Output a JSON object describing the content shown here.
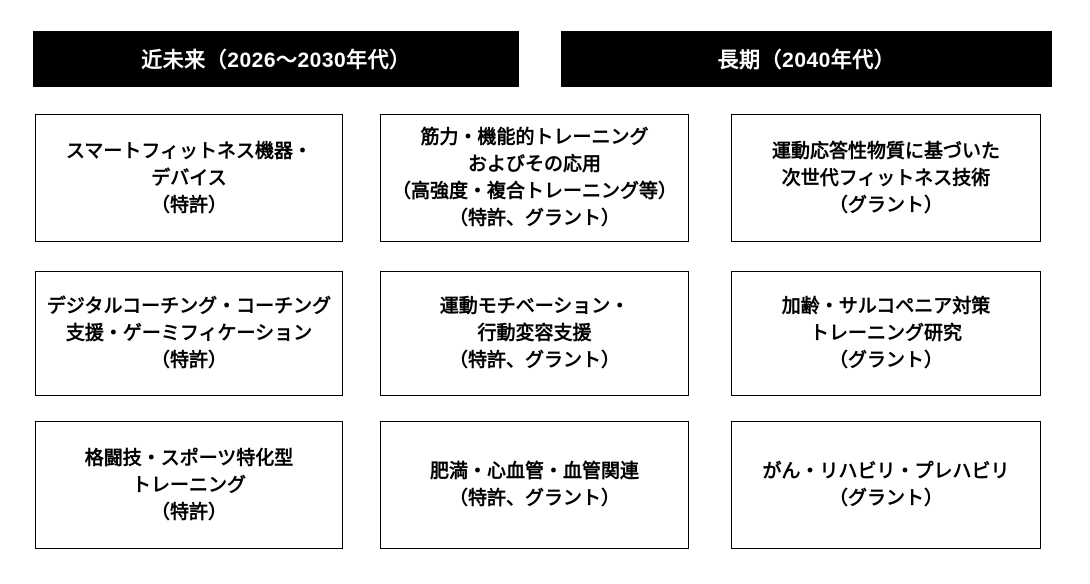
{
  "colors": {
    "header_bg": "#000000",
    "header_text": "#ffffff",
    "box_border": "#000000",
    "box_text": "#000000",
    "page_bg": "#ffffff"
  },
  "headers": [
    {
      "label": "近未来（2026～2030年代）"
    },
    {
      "label": "長期（2040年代）"
    }
  ],
  "boxes": [
    {
      "lines": [
        "スマートフィットネス機器・",
        "デバイス",
        "（特許）"
      ]
    },
    {
      "lines": [
        "筋力・機能的トレーニング",
        "およびその応用",
        "（高強度・複合トレーニング等）",
        "（特許、グラント）"
      ]
    },
    {
      "lines": [
        "運動応答性物質に基づいた",
        "次世代フィットネス技術",
        "（グラント）"
      ]
    },
    {
      "lines": [
        "デジタルコーチング・コーチング",
        "支援・ゲーミフィケーション",
        "（特許）"
      ]
    },
    {
      "lines": [
        "運動モチベーション・",
        "行動変容支援",
        "（特許、グラント）"
      ]
    },
    {
      "lines": [
        "加齢・サルコペニア対策",
        "トレーニング研究",
        "（グラント）"
      ]
    },
    {
      "lines": [
        "格闘技・スポーツ特化型",
        "トレーニング",
        "（特許）"
      ]
    },
    {
      "lines": [
        "肥満・心血管・血管関連",
        "（特許、グラント）"
      ]
    },
    {
      "lines": [
        "がん・リハビリ・プレハビリ",
        "（グラント）"
      ]
    }
  ]
}
